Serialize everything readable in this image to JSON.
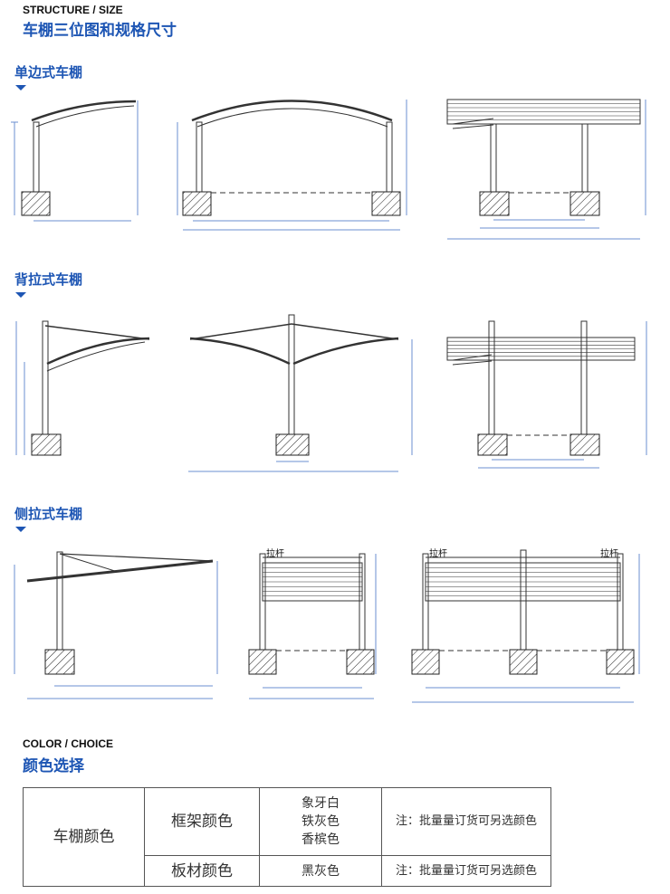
{
  "header": {
    "subtitle_en": "STRUCTURE / SIZE",
    "title": "车棚三位图和规格尺寸"
  },
  "sections": [
    {
      "title": "单边式车棚"
    },
    {
      "title": "背拉式车棚"
    },
    {
      "title": "侧拉式车棚",
      "labels": [
        "拉杆",
        "拉杆",
        "拉杆"
      ]
    }
  ],
  "color": {
    "subtitle_en": "COLOR / CHOICE",
    "title": "颜色选择",
    "table": {
      "category": "车棚颜色",
      "rows": [
        {
          "part": "框架颜色",
          "options": [
            "象牙白",
            "铁灰色",
            "香槟色"
          ],
          "note": "注：批量量订货可另选颜色"
        },
        {
          "part": "板材颜色",
          "options": [
            "黑灰色"
          ],
          "note": "注：批量量订货可另选颜色"
        }
      ]
    }
  },
  "colors": {
    "accent": "#1e56b4",
    "dimension": "#6b8fd0"
  }
}
